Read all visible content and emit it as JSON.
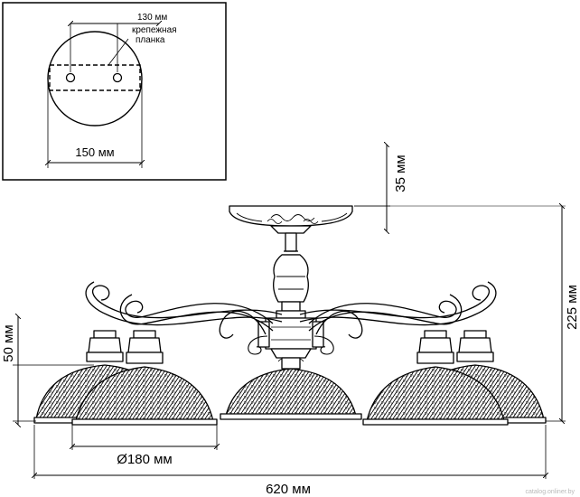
{
  "inset": {
    "plate_bar_label": "130 мм",
    "plate_note_line1": "крепежная",
    "plate_note_line2": "планка",
    "plate_diameter_label": "150 мм"
  },
  "dimensions": {
    "canopy_height": "35 мм",
    "total_height": "225 мм",
    "shade_height": "50 мм",
    "shade_diameter": "Ø180 мм",
    "total_width": "620 мм"
  },
  "watermark": "catalog.onliner.by"
}
